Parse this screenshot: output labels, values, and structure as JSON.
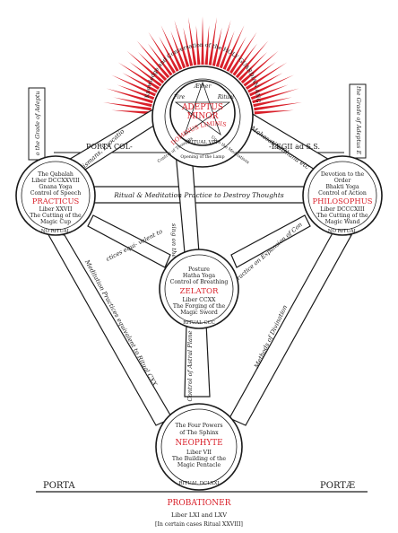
{
  "colors": {
    "ink": "#1a1a1a",
    "accent": "#d9202a"
  },
  "crown": {
    "text": "The Knowledge and Conversation of the HOLY GUARDIAN ANGEL"
  },
  "adeptus": {
    "top_word": "Æther",
    "left_word": "Fire",
    "right_word": "Ritual",
    "grade_line1": "ADEPTUS",
    "grade_line2": "MINOR",
    "ritual": "RITUAL VIII",
    "dominus_liminis": "DOMINUS LIMINIS",
    "dominus_line_left": "Control of Thoughts",
    "dominus_line_right": "Upon the Meditations",
    "dominus_sub": "Opening of the Lamp"
  },
  "top_labels": {
    "porta_col": "PORTA COL-",
    "legii": "-LEGII ad S.S.",
    "left_side_box": "Leads to the Grade of Adeptus Major",
    "right_side_box": "Leads to the Grade of Adeptus Exemptus"
  },
  "practicus": {
    "lines": [
      "The Qabalah",
      "Liber DCCXXVIII",
      "Gnana Yoga",
      "Control of Speech"
    ],
    "grade": "PRACTICUS",
    "lines2": [
      "Liber XXVII",
      "The Cutting of the",
      "Magic Cup"
    ],
    "ritual": "NO RITUAL"
  },
  "philosophus": {
    "lines": [
      "Devotion to the",
      "Order",
      "Bhakti Yoga",
      "Control of Action"
    ],
    "grade": "PHILOSOPHUS",
    "lines2": [
      "Liber DCCCXIII",
      "The Cutting of the",
      "Magic Wand"
    ],
    "ritual": "NO RITUAL"
  },
  "zelator": {
    "lines": [
      "Posture",
      "Hatha Yoga",
      "Control of Breathing"
    ],
    "grade": "ZELATOR",
    "lines2": [
      "Liber CCXX",
      "The Forging of the",
      "Magic Sword"
    ],
    "ritual": "RITUAL CCC"
  },
  "neophyte": {
    "lines": [
      "The Four Powers",
      "of The Sphinx"
    ],
    "grade": "NEOPHYTE",
    "lines2": [
      "Liber VII",
      "The Building of the",
      "Magic Pentacle"
    ],
    "ritual": "RITUAL DCLXXI"
  },
  "path_labels": {
    "talismans": "Talismans, Evocations",
    "mahasatipatthana": "Mahasatipatthana etc.",
    "ritual_meditation": "Ritual & Meditation Practice to Destroy Thoughts",
    "rising_planes": "Rising on the Planes",
    "meditation_dclxxi": "Meditation Practices equi- valent to Ritual DCLXXI",
    "meditation_expansion": "Meditation Practice on Expansion of Consciousness",
    "meditation_cxx": "Meditation Practices equivalent to Ritual CXX",
    "astral_plane": "Control of Astral Plane",
    "divination": "Methods of Divination"
  },
  "bottom": {
    "porta_left": "PORTA",
    "porta_right": "PORTÆ",
    "probationer": "PROBATIONER",
    "liber": "Liber LXI and LXV",
    "certain": "[In certain cases Ritual XXVIII]"
  }
}
